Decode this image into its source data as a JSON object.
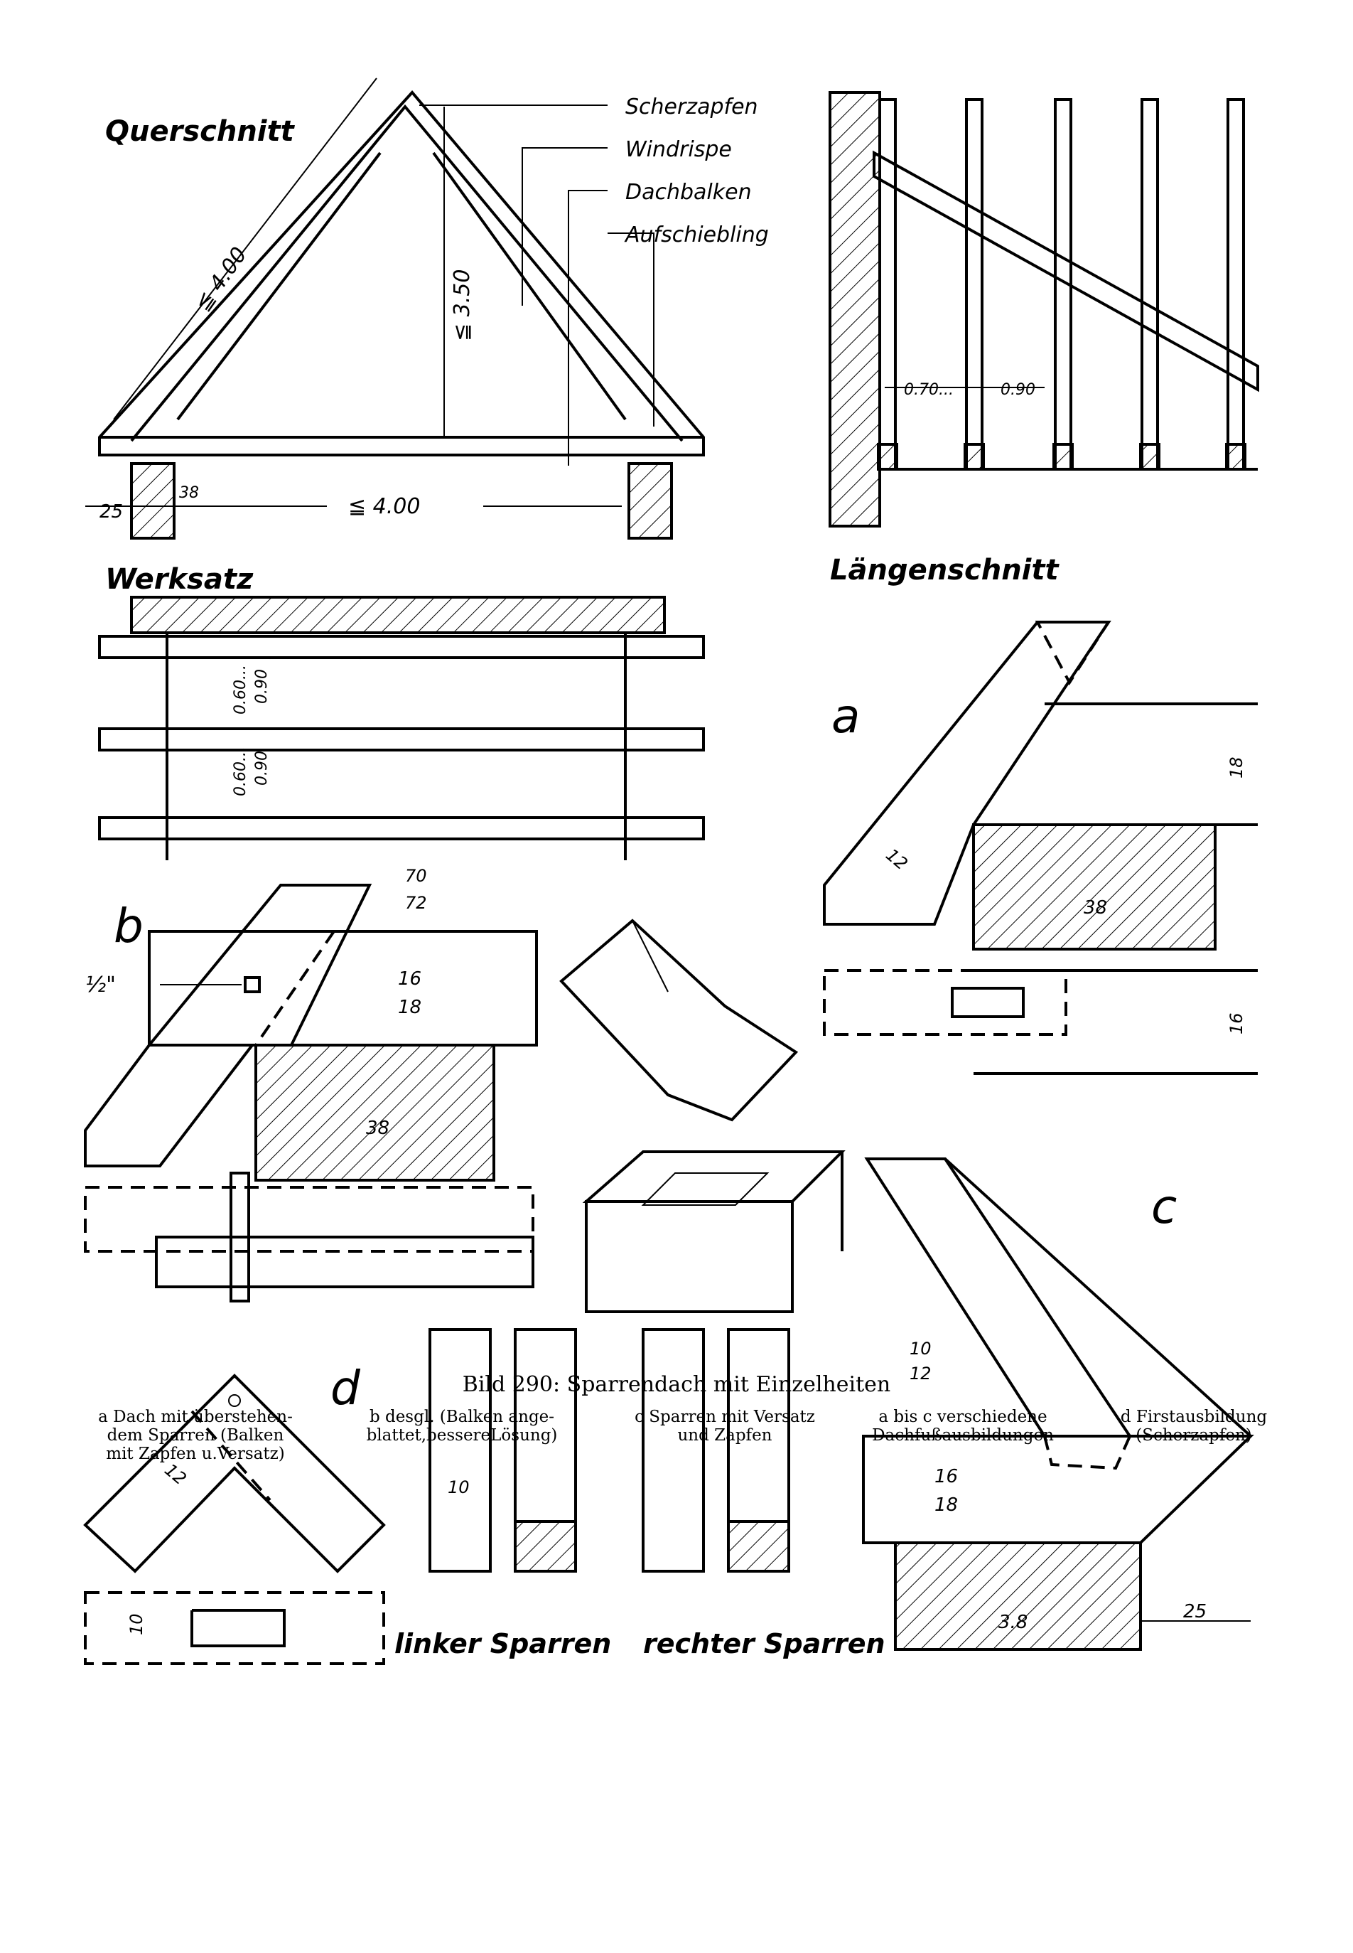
{
  "querschnitt": {
    "title": "Querschnitt",
    "labels": [
      "Scherzapfen",
      "Windrispe",
      "Dachbalken",
      "Aufschiebling"
    ],
    "dims": {
      "rafter": "≦ 4.00",
      "height": "≦ 3.50",
      "span": "≦ 4.00",
      "overhang": "25",
      "wall": "38"
    }
  },
  "laengenschnitt": {
    "title": "Längenschnitt",
    "dims": [
      "0.70...",
      "0.90"
    ]
  },
  "werksatz": {
    "title": "Werksatz",
    "dims": [
      "0.60...",
      "0.90",
      "0.60...",
      "0.90"
    ]
  },
  "detail_a": {
    "letter": "a",
    "dims": [
      "18",
      "12",
      "38",
      "16"
    ]
  },
  "detail_b": {
    "letter": "b",
    "dims": [
      "70",
      "72",
      "16",
      "18",
      "38"
    ],
    "bolt": "½\""
  },
  "detail_c": {
    "letter": "c",
    "dims": [
      "10",
      "12",
      "16",
      "18",
      "3.8",
      "25"
    ]
  },
  "detail_d": {
    "letter": "d",
    "dims": [
      "12",
      "10",
      "10"
    ],
    "left_label": "linker Sparren",
    "right_label": "rechter Sparren"
  },
  "caption": {
    "title": "Bild 290:  Sparrendach mit Einzelheiten",
    "items": [
      "a Dach mit überstehen-\ndem Sparren (Balken\nmit Zapfen u.Versatz)",
      "b desgl. (Balken ange-\nblattet,bessereLösung)",
      "c Sparren mit Versatz\nund Zapfen",
      "a bis c verschiedene\nDachfußausbildungen",
      "d Firstausbildung\n(Scherzapfen)"
    ]
  }
}
